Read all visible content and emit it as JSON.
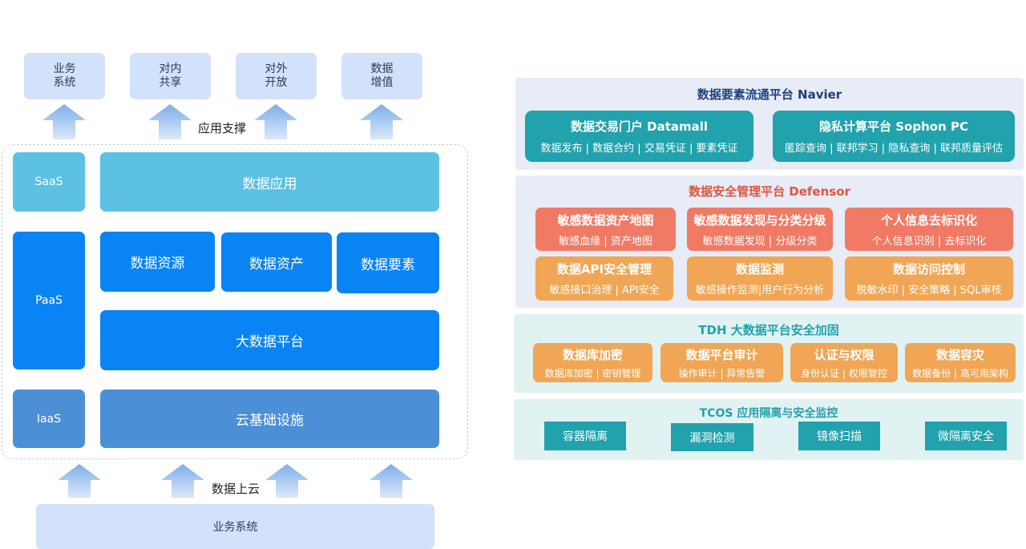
{
  "left": {
    "top_boxes": [
      {
        "line1": "业务",
        "line2": "系统"
      },
      {
        "line1": "对内",
        "line2": "共享"
      },
      {
        "line1": "对外",
        "line2": "开放"
      },
      {
        "line1": "数据",
        "line2": "增值"
      }
    ],
    "support_label": "应用支撑",
    "layers": {
      "saas": "SaaS",
      "paas": "PaaS",
      "iaas": "IaaS"
    },
    "blocks": {
      "data_app": "数据应用",
      "data_resource": "数据资源",
      "data_asset": "数据资产",
      "data_element": "数据要素",
      "big_data": "大数据平台",
      "cloud_infra": "云基础设施"
    },
    "upload_label": "数据上云",
    "bottom_box": "业务系统",
    "colors": {
      "saas": "#5cc1e3",
      "paas": "#0a84f5",
      "iaas": "#4b8fd6",
      "top_box": "#d3e2fb",
      "arrow": "#a9c8ef"
    }
  },
  "right": {
    "navier": {
      "title": "数据要素流通平台 Navier",
      "cards": [
        {
          "title": "数据交易门户 Datamall",
          "sub": "数据发布 | 数据合约 | 交易凭证 | 要素凭证"
        },
        {
          "title": "隐私计算平台 Sophon PC",
          "sub": "匿踪查询 | 联邦学习 | 隐私查询 | 联邦质量评估"
        }
      ]
    },
    "defensor": {
      "title": "数据安全管理平台 Defensor",
      "row1": [
        {
          "title": "敏感数据资产地图",
          "sub": "敏感血缘 | 资产地图"
        },
        {
          "title": "敏感数据发现与分类分级",
          "sub": "敏感数据发现 | 分级分类"
        },
        {
          "title": "个人信息去标识化",
          "sub": "个人信息识别 | 去标识化"
        }
      ],
      "row2": [
        {
          "title": "数据API安全管理",
          "sub": "敏感接口治理 | API安全"
        },
        {
          "title": "数据监测",
          "sub": "敏感操作监测|用户行为分析"
        },
        {
          "title": "数据访问控制",
          "sub": "脱敏水印 | 安全策略 | SQL审核"
        }
      ]
    },
    "tdh": {
      "title": "TDH 大数据平台安全加固",
      "cards": [
        {
          "title": "数据库加密",
          "sub": "数据库加密 | 密钥管理"
        },
        {
          "title": "数据平台审计",
          "sub": "操作审计 | 异常告警"
        },
        {
          "title": "认证与权限",
          "sub": "身份认证 | 权限管控"
        },
        {
          "title": "数据容灾",
          "sub": "数据备份 | 高可用架构"
        }
      ]
    },
    "tcos": {
      "title": "TCOS 应用隔离与安全监控",
      "items": [
        "容器隔离",
        "漏洞检测",
        "镜像扫描",
        "微隔离安全"
      ]
    },
    "colors": {
      "navy_title": "#1f3f7a",
      "red_title": "#e0553e",
      "teal": "#21a2ad",
      "salmon": "#f17a65",
      "orange": "#f0a654"
    }
  }
}
